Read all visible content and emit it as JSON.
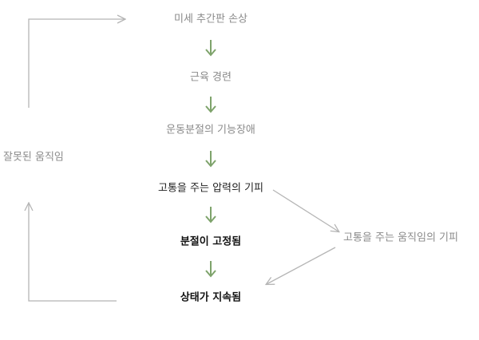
{
  "colors": {
    "light_text": "#8a8a8a",
    "dark_text": "#222222",
    "bold_text": "#111111",
    "green_arrow": "#7ea36b",
    "gray_arrow": "#b5b5b5"
  },
  "chain": [
    {
      "label": "미세 추간판 손상",
      "tone": "light"
    },
    {
      "label": "근육 경련",
      "tone": "light"
    },
    {
      "label": "운동분절의 기능장애",
      "tone": "light"
    },
    {
      "label": "고통을 주는 압력의 기피",
      "tone": "dark"
    },
    {
      "label": "분절이 고정됨",
      "tone": "bold"
    },
    {
      "label": "상태가 지속됨",
      "tone": "bold"
    }
  ],
  "side_left": {
    "label": "잘못된 움직임"
  },
  "side_right": {
    "label": "고통을 주는 움직임의 기피"
  }
}
